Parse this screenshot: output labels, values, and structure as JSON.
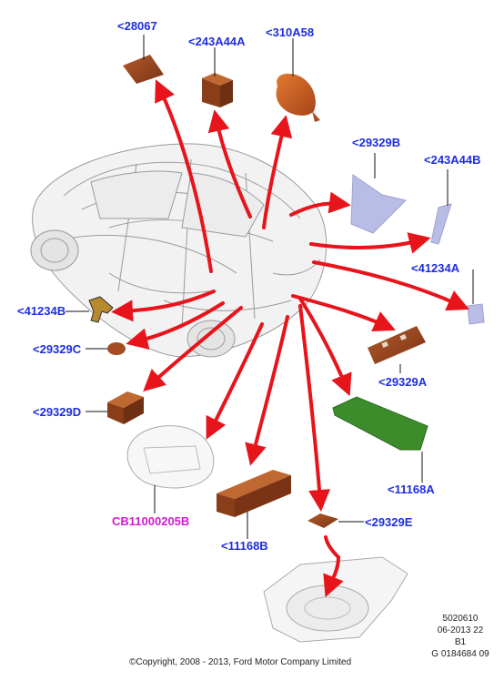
{
  "parts": [
    {
      "id": "p28067",
      "label": "<28067"
    },
    {
      "id": "p243A44A",
      "label": "<243A44A"
    },
    {
      "id": "p310A58",
      "label": "<310A58"
    },
    {
      "id": "p29329B",
      "label": "<29329B"
    },
    {
      "id": "p243A44B",
      "label": "<243A44B"
    },
    {
      "id": "p41234A",
      "label": "<41234A"
    },
    {
      "id": "p41234B",
      "label": "<41234B"
    },
    {
      "id": "p29329C",
      "label": "<29329C"
    },
    {
      "id": "p29329A",
      "label": "<29329A"
    },
    {
      "id": "p29329D",
      "label": "<29329D"
    },
    {
      "id": "p11168A",
      "label": "<11168A"
    },
    {
      "id": "pCB11000205B",
      "label": "CB11000205B"
    },
    {
      "id": "p11168B",
      "label": "<11168B"
    },
    {
      "id": "p29329E",
      "label": "<29329E"
    }
  ],
  "meta": {
    "line1": "5020610",
    "line2": "06-2013 22",
    "line3": "B1",
    "line4": "G 0184684 09"
  },
  "copyright": "©Copyright, 2008 - 2013, Ford Motor Company Limited",
  "colors": {
    "label": "#1f2ee0",
    "label_highlight": "#d21ad2",
    "arrow": "#e8141b",
    "pad_brown": "#9b4a24",
    "pad_green": "#3d8c2c",
    "pad_lavender": "#b9bde6"
  }
}
